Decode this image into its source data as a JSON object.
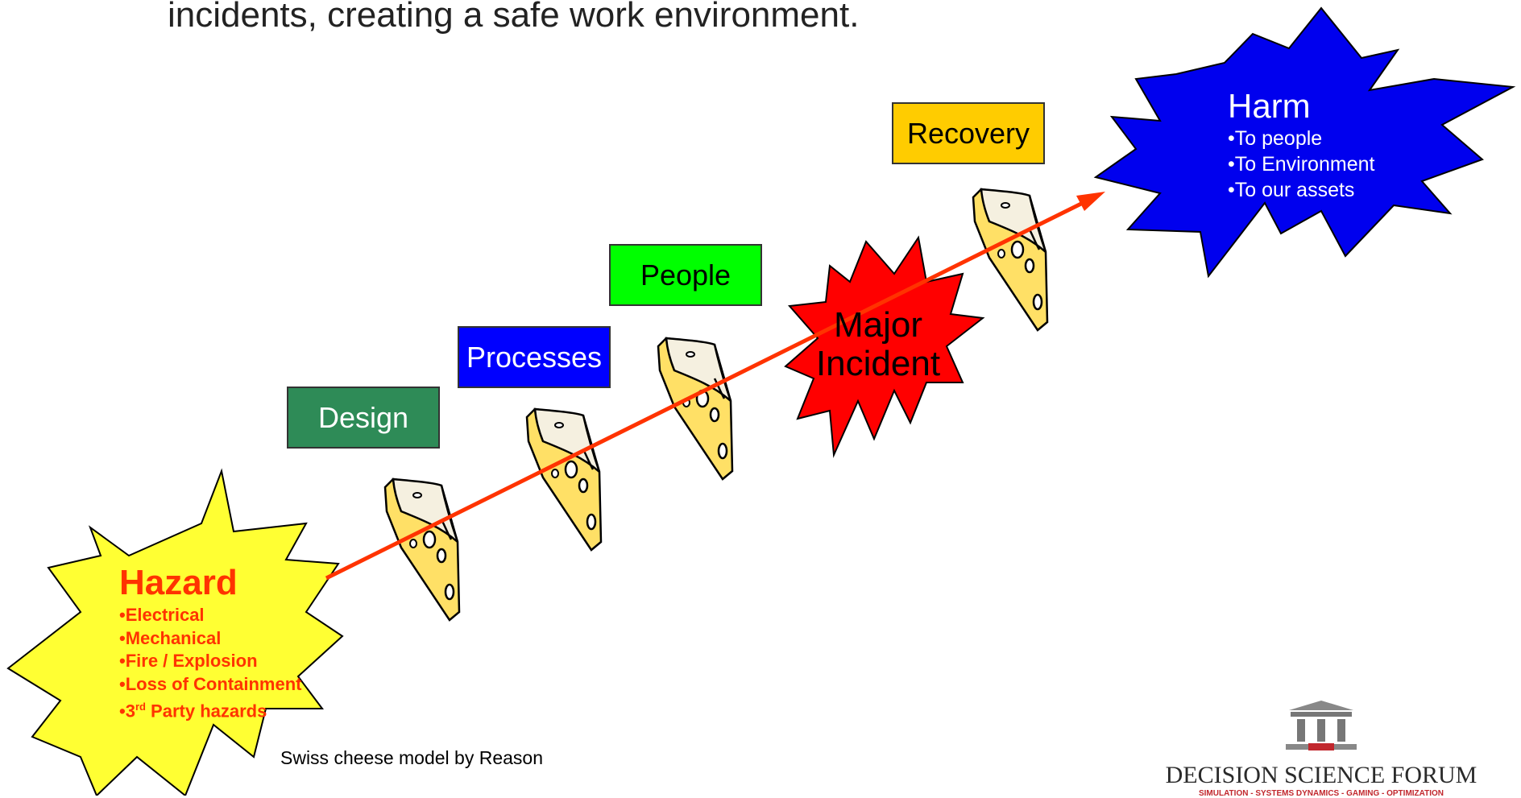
{
  "subtitle": "incidents, creating a safe work environment.",
  "barriers": {
    "design": "Design",
    "processes": "Processes",
    "people": "People",
    "recovery": "Recovery"
  },
  "harm": {
    "title": "Harm",
    "items": [
      "•To people",
      "•To Environment",
      "•To our assets"
    ]
  },
  "hazard": {
    "title": "Hazard",
    "items": [
      "•Electrical",
      "•Mechanical",
      "•Fire / Explosion",
      "•Loss of Containment"
    ],
    "last_item_prefix": "•3",
    "last_item_sup": "rd",
    "last_item_rest": " Party hazards"
  },
  "major_incident": {
    "line1": "Major",
    "line2": "Incident"
  },
  "credit": "Swiss cheese model by Reason",
  "logo": {
    "name": "DECISION SCIENCE FORUM",
    "tagline": "SIMULATION - SYSTEMS DYNAMICS - GAMING - OPTIMIZATION"
  },
  "colors": {
    "design_box": "#2e8b57",
    "processes_box": "#0000ff",
    "people_box": "#00ff00",
    "recovery_box": "#ffcc00",
    "harm_burst": "#0000ee",
    "hazard_burst": "#ffff33",
    "major_burst": "#ff0000",
    "arrow": "#ff3300",
    "cheese": "#ffe066",
    "hazard_text": "#ff3300",
    "logo_red": "#c1272d"
  },
  "icons": {
    "cheese": "swiss-cheese-slice-icon",
    "logo": "pillared-building-icon"
  }
}
